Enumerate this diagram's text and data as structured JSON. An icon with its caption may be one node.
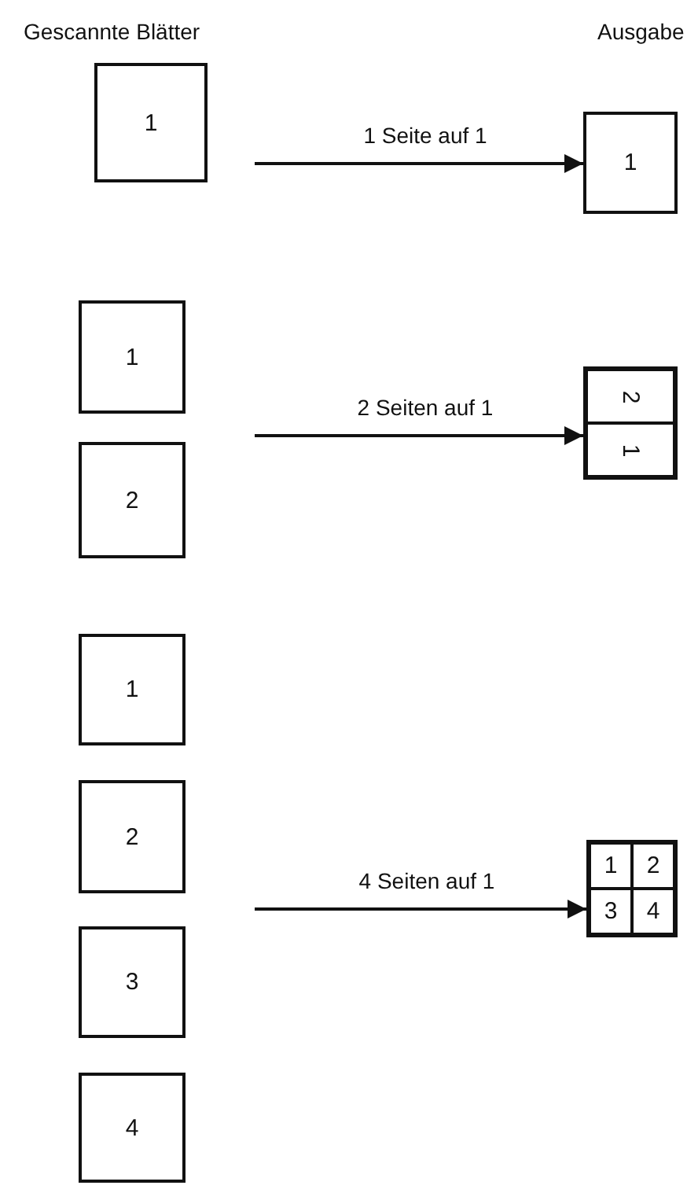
{
  "diagram": {
    "nodes": [
      {
        "text": [
          "1"
        ]
      },
      {
        "text": [
          "1"
        ]
      },
      {
        "text": [
          "1"
        ]
      },
      {
        "text": [
          "2"
        ]
      },
      {
        "text": [],
        "shape": "box"
      },
      {
        "text": [
          "2"
        ],
        "in": 4
      },
      {
        "text": [
          "1"
        ],
        "in": 4
      },
      {
        "text": [
          "1"
        ]
      },
      {
        "text": [
          "2"
        ]
      },
      {
        "text": [
          "3"
        ]
      },
      {
        "text": [
          "4"
        ]
      },
      {
        "text": [],
        "shape": "box"
      },
      {
        "text": [
          "1"
        ],
        "in": 11
      },
      {
        "text": [
          "2"
        ],
        "in": 11
      },
      {
        "text": [
          "3"
        ],
        "in": 11
      },
      {
        "text": [
          "4"
        ],
        "in": 11
      }
    ],
    "edges": [
      {
        "from": null,
        "to": 1,
        "arrow": "to",
        "label": "1 Seite auf 1"
      },
      {
        "from": null,
        "to": 4,
        "arrow": "to",
        "label": "2 Seiten auf 1"
      },
      {
        "from": null,
        "to": 11,
        "arrow": "to",
        "label": "4 Seiten auf 1"
      }
    ],
    "labels": [
      "Gescannte Blätter",
      "Ausgabe"
    ]
  }
}
